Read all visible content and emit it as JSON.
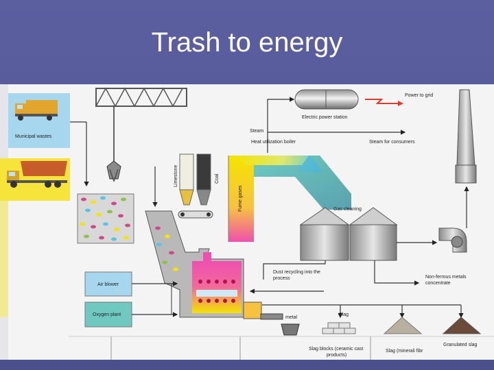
{
  "slide": {
    "title": "Trash to energy"
  },
  "labels": {
    "municipal_wastes": "Municipal wastes",
    "power_to_grid": "Power to grid",
    "electric_power_station": "Electric power station",
    "steam": "Steam",
    "heat_utilization_boiler": "Heat utilization boiler",
    "steam_for_consumers": "Steam for consumers",
    "limestone": "Limestone",
    "coal": "Coal",
    "fume_gases": "Fume gases",
    "gas_cleaning": "Gas cleaning",
    "air_blower": "Air blower",
    "oxygen_plant": "Oxygen plant",
    "dust_recycling": [
      "Dust recycling into the",
      "process"
    ],
    "non_ferrous_metals": [
      "Non-ferrous metals",
      "concentrate"
    ],
    "slag": "Slag",
    "metal": "metal",
    "slag_blocks": [
      "Slag blocks (ceramic cast",
      "products)"
    ],
    "slag_mineral_fibre": "Slag (minerali fibr",
    "granulated_slag": "Granulated slag"
  },
  "colors": {
    "background": "#5b5fa0",
    "diagram_bg": "#f4f4f4",
    "waste_panel": "#a7d7ef",
    "dump_panel": "#f6e43a",
    "fume_magenta": "#ef4fae",
    "fume_yellow": "#f4e400",
    "fume_cyan": "#57c5e3",
    "gas_cleaning_steel": "#b9b9b9",
    "power_arrow": "#e23a2a"
  }
}
